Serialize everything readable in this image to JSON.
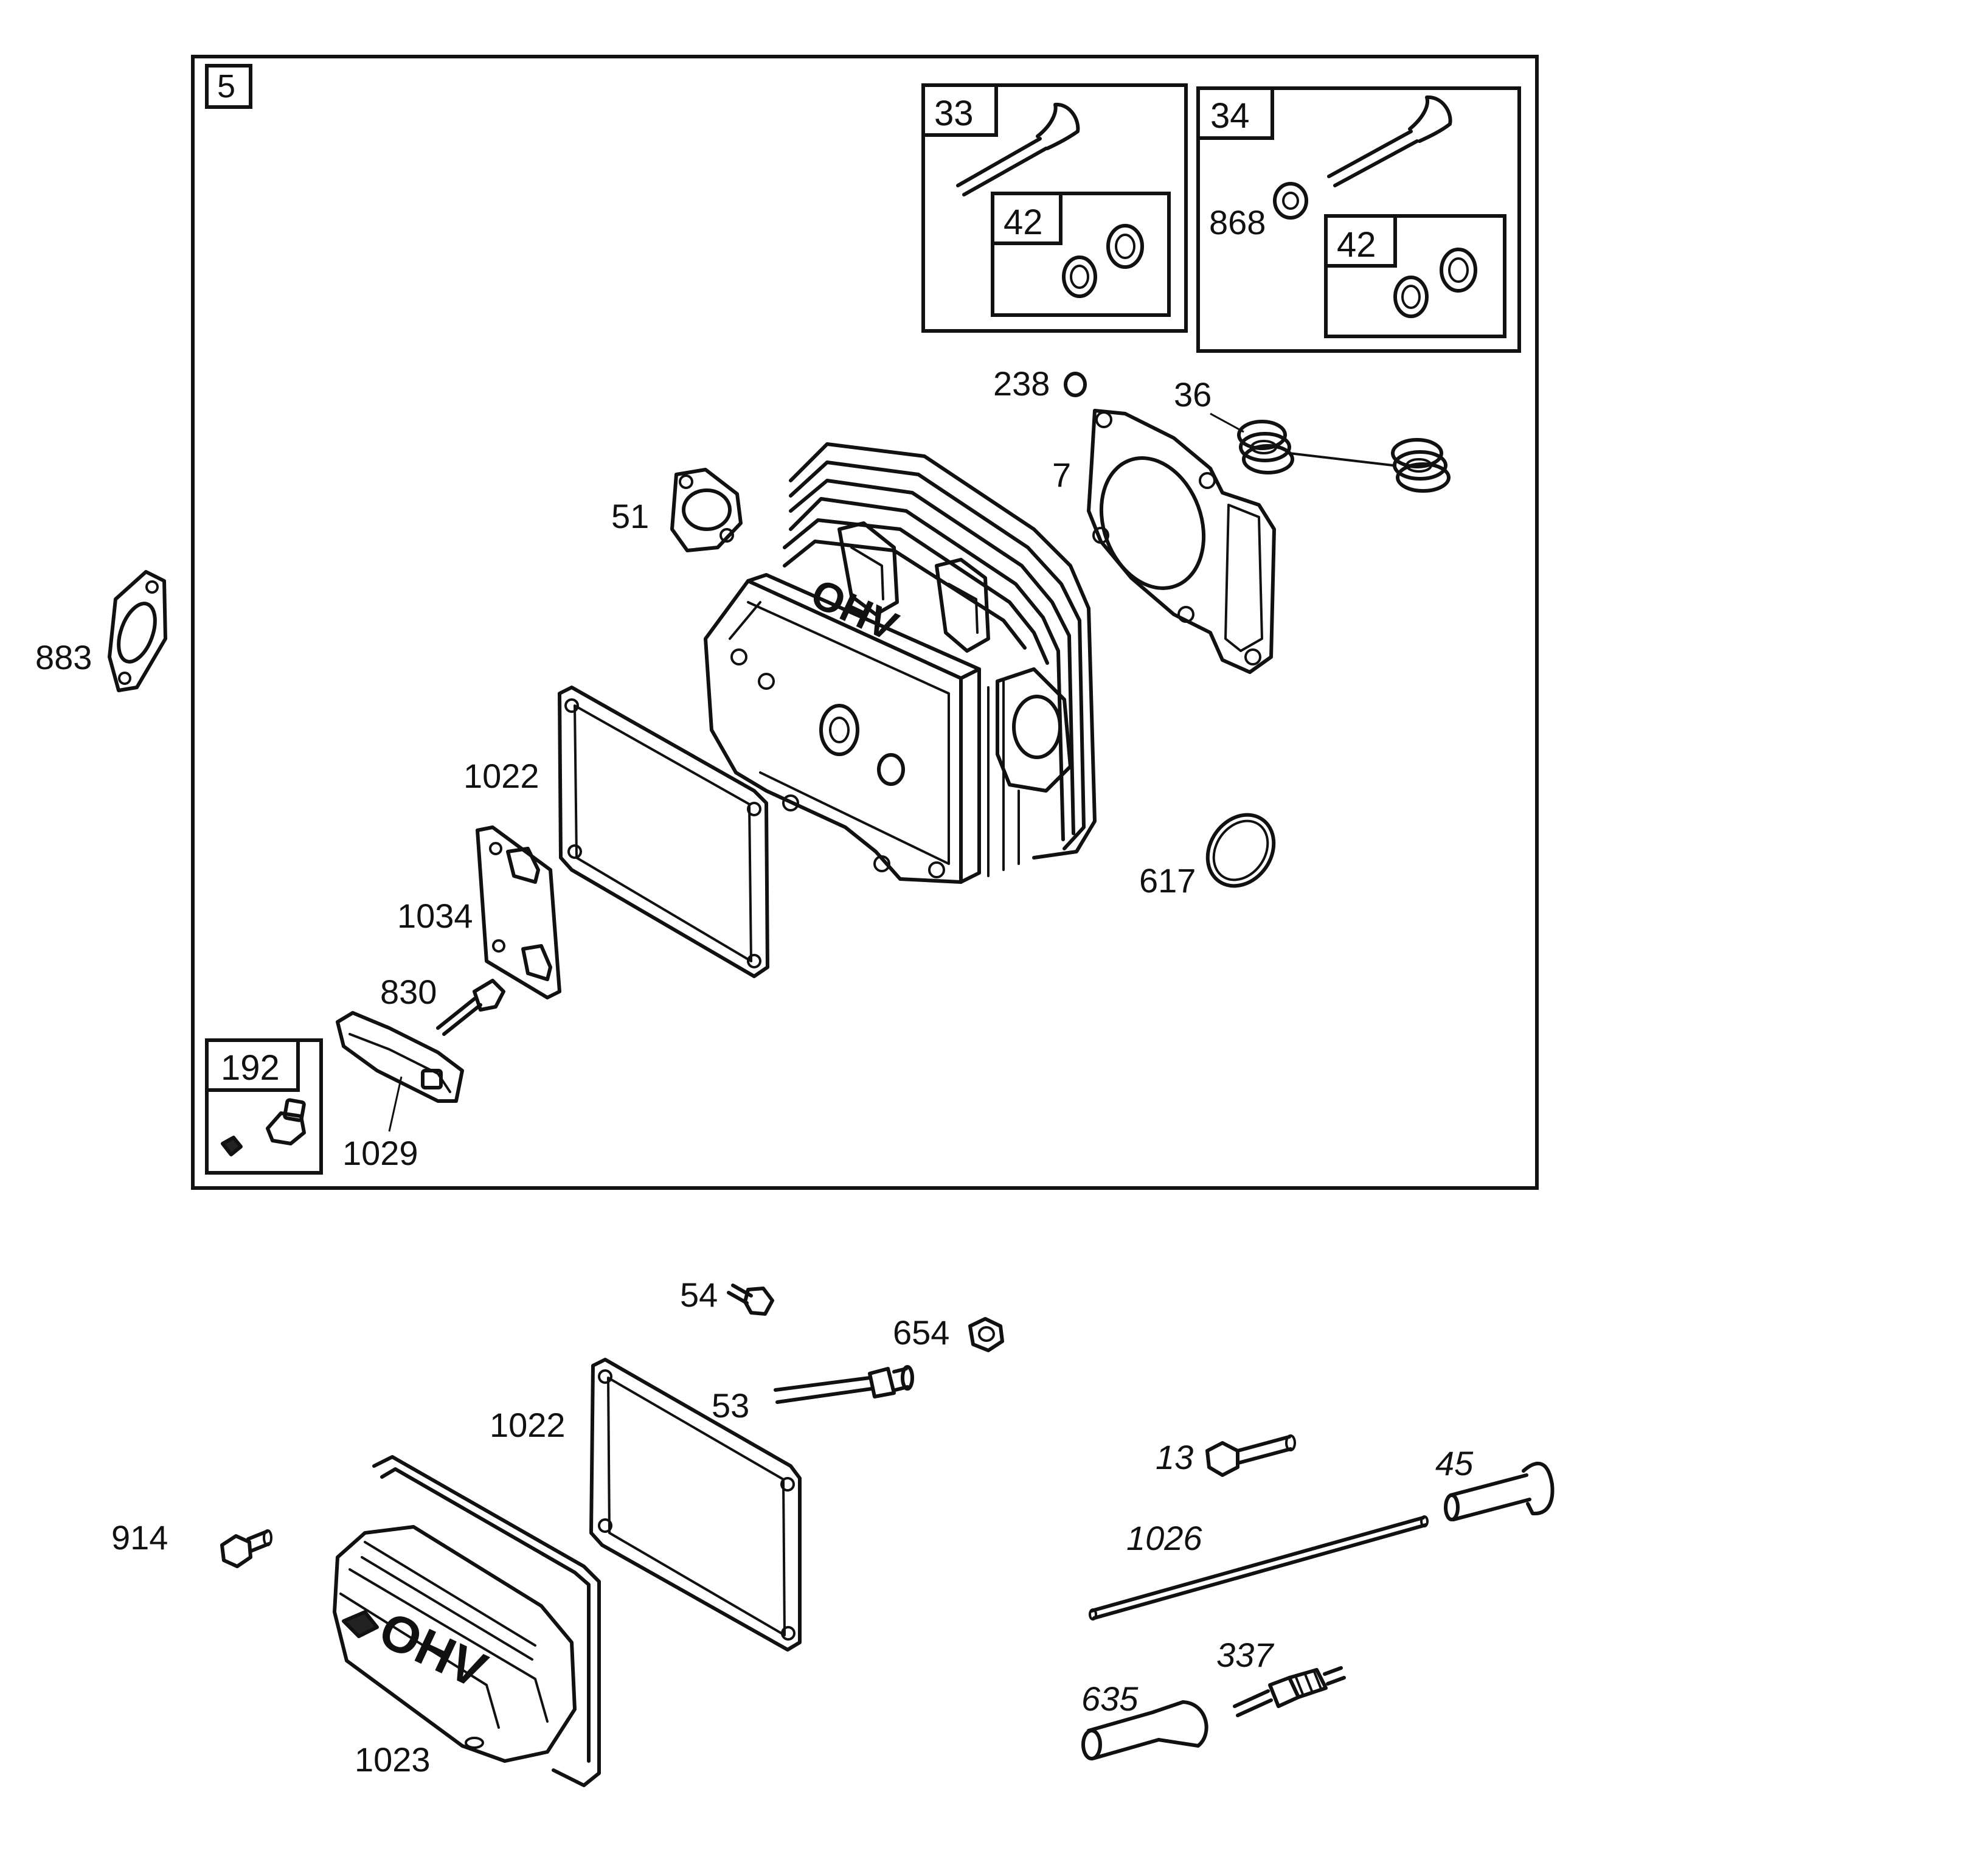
{
  "colors": {
    "ink": "#111111",
    "paper": "#ffffff"
  },
  "boxes": {
    "main": "5",
    "intake_valve": "33",
    "intake_seat": "42",
    "exhaust_valve": "34",
    "exhaust_seat": "42",
    "screen_kit": "192"
  },
  "labels": {
    "p238": "238",
    "p36": "36",
    "p7": "7",
    "p51": "51",
    "p868": "868",
    "p883": "883",
    "p1022a": "1022",
    "p1034": "1034",
    "p830": "830",
    "p1029": "1029",
    "p617": "617",
    "p54": "54",
    "p654": "654",
    "p53": "53",
    "p1022b": "1022",
    "p914": "914",
    "p1023": "1023",
    "p13": "13",
    "p45": "45",
    "p1026": "1026",
    "p337": "337",
    "p635": "635"
  },
  "embossing": {
    "head": "OHV",
    "cover": "OHV"
  },
  "icons": [
    "valve-icon",
    "valve-seat-icon",
    "spring-icon",
    "gasket-icon",
    "cylinder-head-icon",
    "bolt-icon",
    "nut-icon",
    "spark-plug-icon",
    "push-rod-icon",
    "rocker-cover-icon"
  ]
}
